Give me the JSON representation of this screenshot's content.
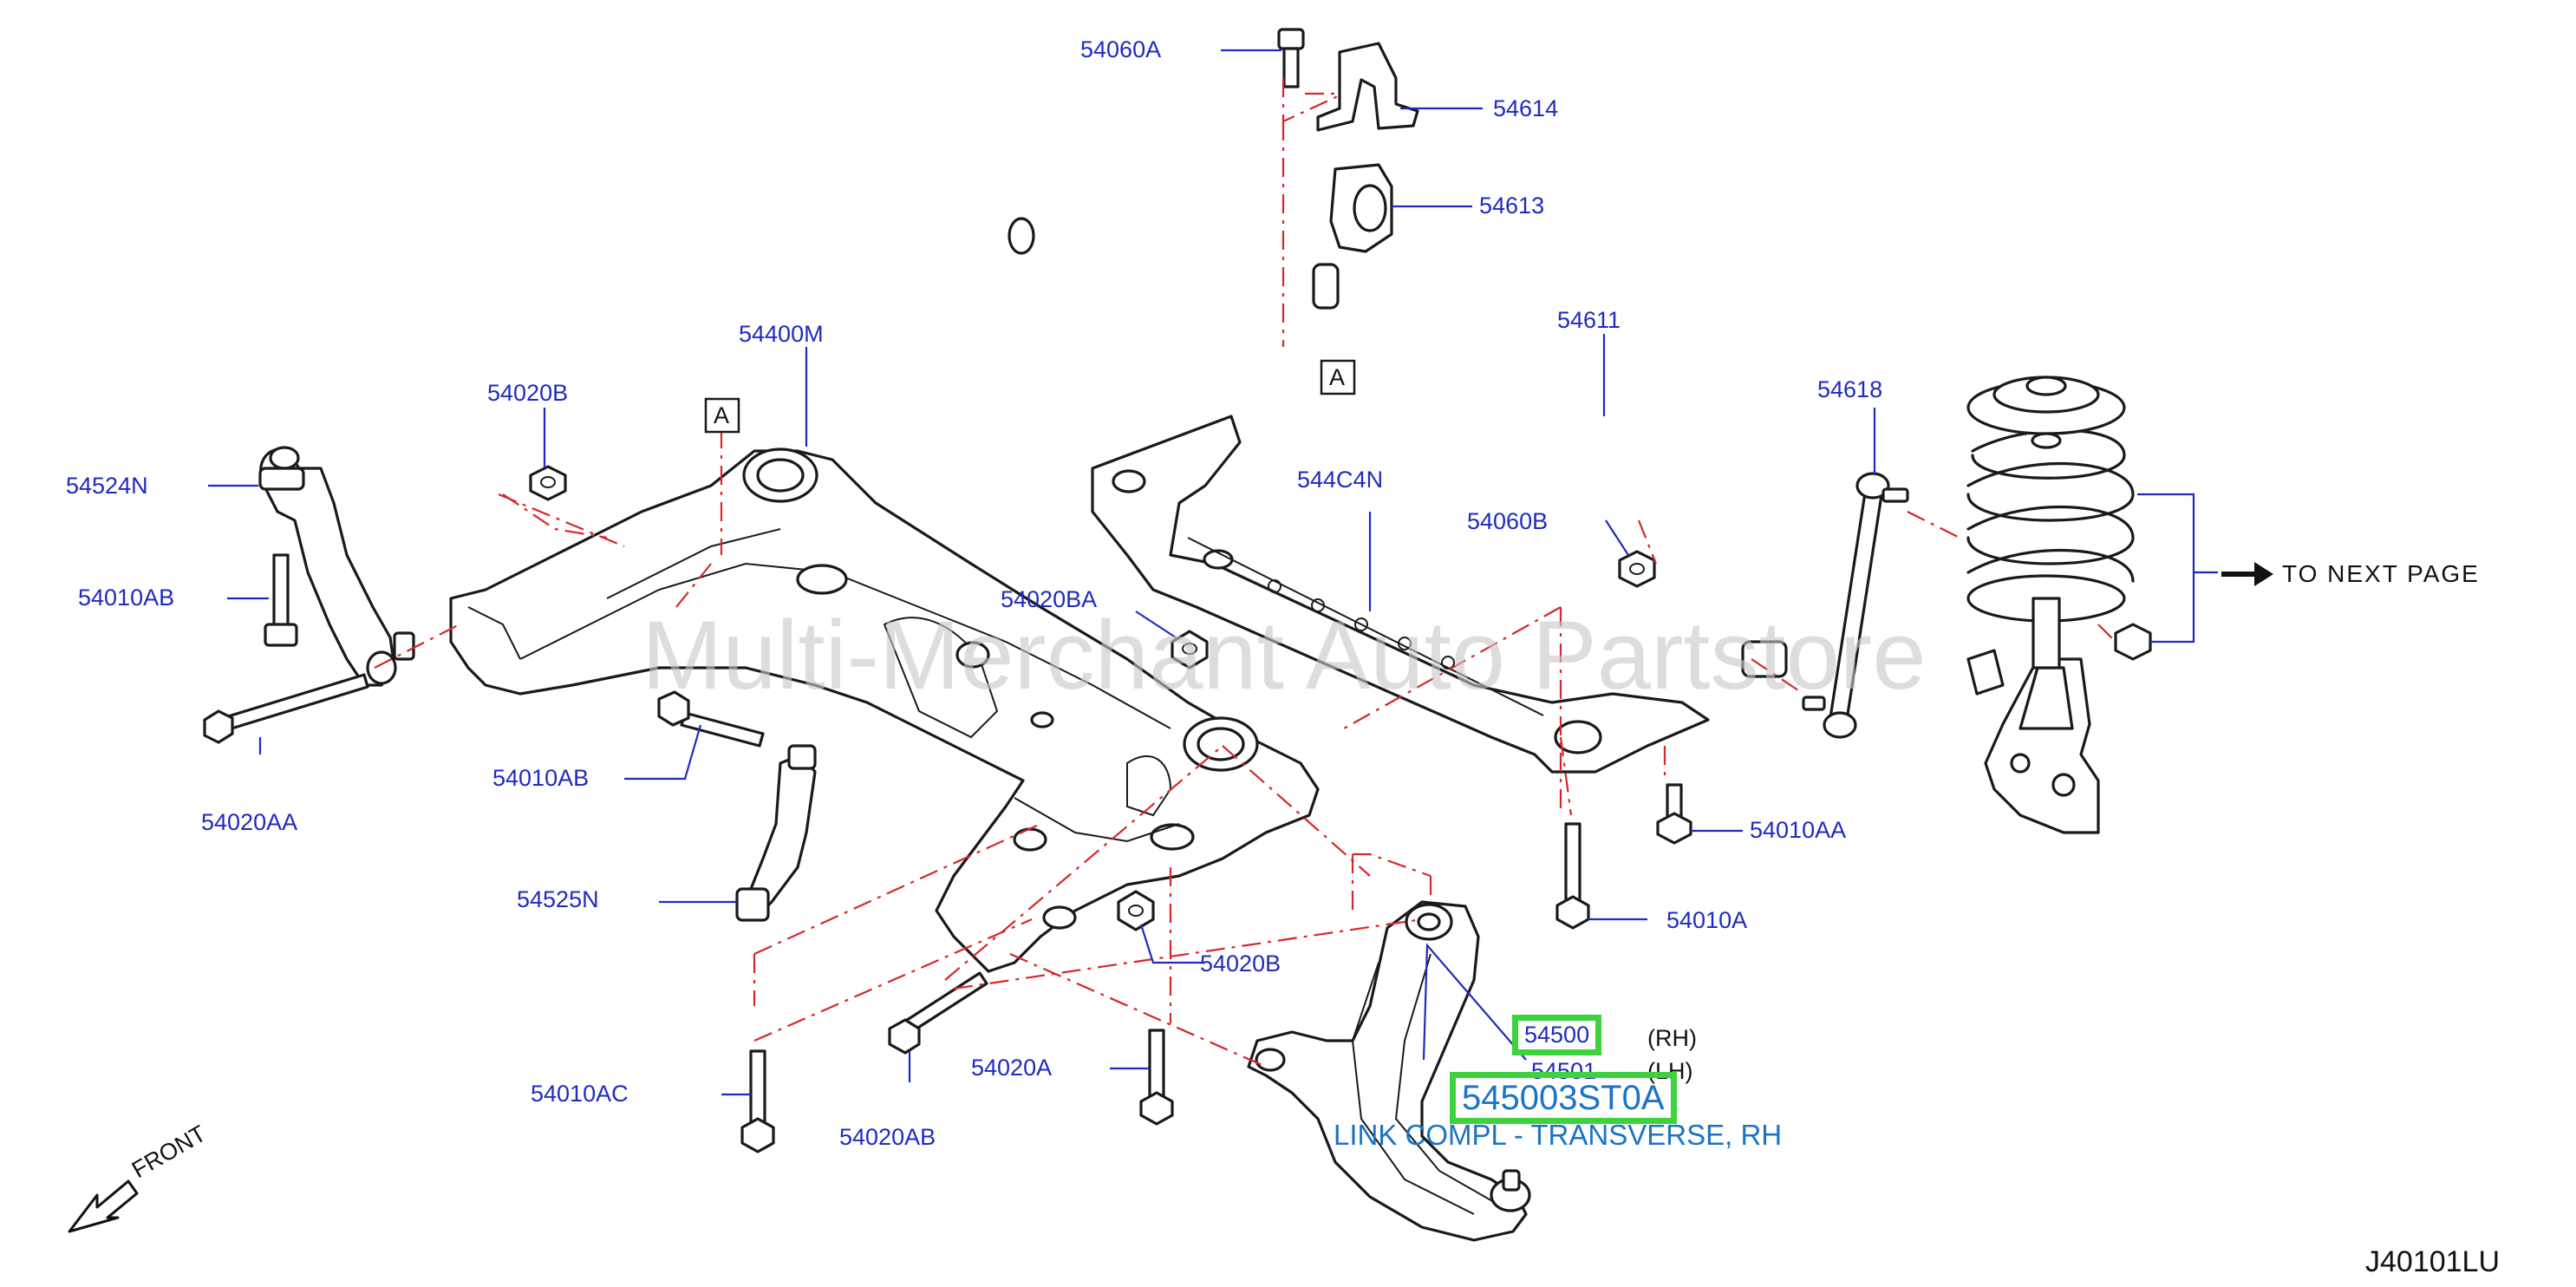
{
  "watermark": "Multi-Merchant Auto Partstore",
  "diagram_code": "J40101LU",
  "front_label": "FRONT",
  "next_page_label": "TO  NEXT  PAGE",
  "highlight": {
    "part_number": "545003ST0A",
    "description": "LINK COMPL - TRANSVERSE, RH"
  },
  "callouts": {
    "p54060A": "54060A",
    "p54614": "54614",
    "p54613": "54613",
    "p54611": "54611",
    "p54618": "54618",
    "p54400M": "54400M",
    "p54020B_top": "54020B",
    "p54524N": "54524N",
    "p54010AB_left": "54010AB",
    "p54020AA": "54020AA",
    "p54010AB_mid": "54010AB",
    "p54525N": "54525N",
    "p54010AC": "54010AC",
    "p54020AB": "54020AB",
    "p54020A": "54020A",
    "p54020B_bottom": "54020B",
    "p54020BA": "54020BA",
    "p544C4N": "544C4N",
    "p54060B": "54060B",
    "p54010AA": "54010AA",
    "p54010A": "54010A",
    "p54500": "54500",
    "p54500_side": "(RH)",
    "p54501": "54501",
    "p54501_side": "(LH)",
    "ref_A_1": "A",
    "ref_A_2": "A"
  }
}
